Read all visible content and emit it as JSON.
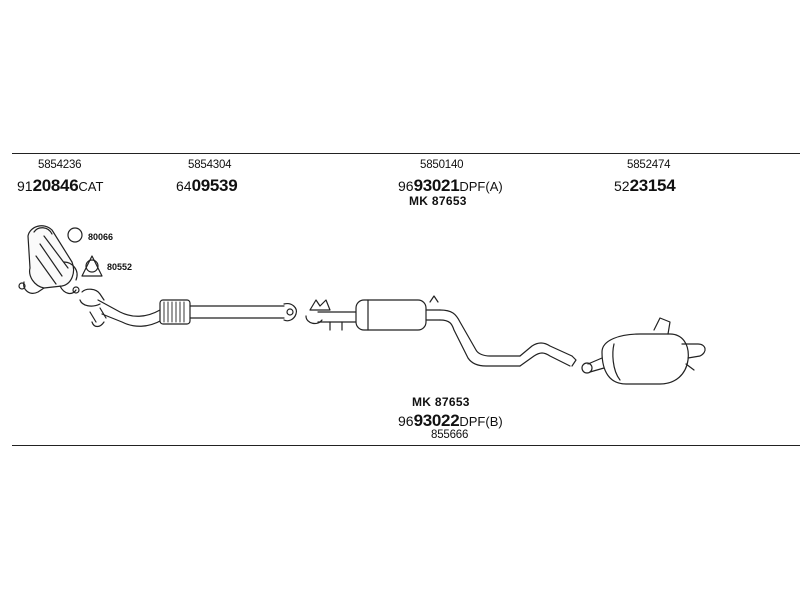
{
  "top_refs": [
    {
      "oe": "5854236",
      "prefix": "91",
      "bold": "20846",
      "suffix": "CAT"
    },
    {
      "oe": "5854304",
      "prefix": "64",
      "bold": "09539",
      "suffix": ""
    },
    {
      "oe": "5850140",
      "prefix": "96",
      "bold": "93021",
      "suffix": "DPF(A)"
    },
    {
      "oe": "5852474",
      "prefix": "52",
      "bold": "23154",
      "suffix": ""
    }
  ],
  "top_mk": "MK 87653",
  "small_parts": [
    {
      "code": "80066"
    },
    {
      "code": "80552"
    }
  ],
  "bottom": {
    "mk": "MK 87653",
    "prefix": "96",
    "bold": "93022",
    "suffix": "DPF(B)",
    "oe": "855666"
  }
}
